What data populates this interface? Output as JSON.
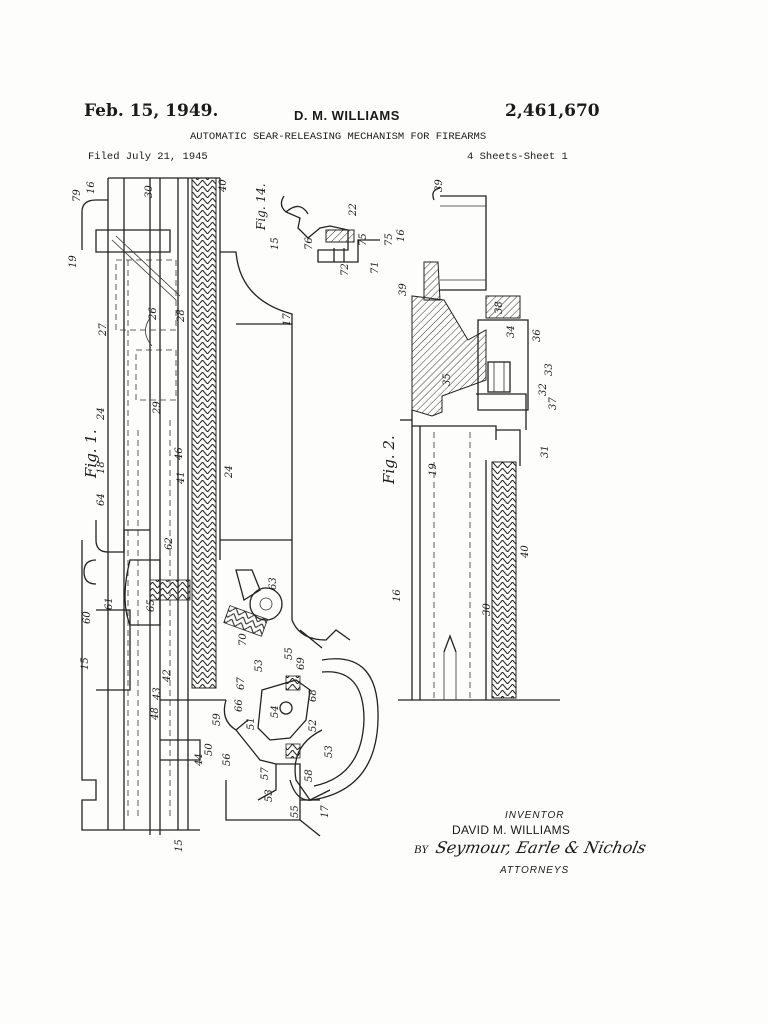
{
  "header": {
    "date": "Feb. 15, 1949.",
    "inventor_short": "D. M. WILLIAMS",
    "patent_number": "2,461,670",
    "title": "AUTOMATIC SEAR-RELEASING MECHANISM FOR FIREARMS",
    "filed": "Filed July 21, 1945",
    "sheets": "4 Sheets-Sheet 1"
  },
  "figures": {
    "fig1": "Fig. 1.",
    "fig2": "Fig. 2.",
    "fig14": "Fig. 14."
  },
  "reference_numerals": {
    "fig1": [
      "79",
      "16",
      "30",
      "40",
      "19",
      "17",
      "27",
      "28",
      "26",
      "29",
      "24",
      "18",
      "46",
      "41",
      "64",
      "62",
      "61",
      "60",
      "65",
      "63",
      "70",
      "55",
      "69",
      "68",
      "67",
      "53",
      "66",
      "54",
      "52",
      "42",
      "43",
      "48",
      "59",
      "51",
      "44",
      "50",
      "56",
      "57",
      "58",
      "55",
      "17",
      "15",
      "15"
    ],
    "fig2": [
      "39",
      "16",
      "39",
      "38",
      "34",
      "36",
      "35",
      "33",
      "32",
      "37",
      "31",
      "19",
      "40",
      "30",
      "16"
    ],
    "fig14": [
      "22",
      "15",
      "76",
      "75",
      "72",
      "71"
    ]
  },
  "signature_block": {
    "inventor_caption": "INVENTOR",
    "inventor_name": "DAVID M. WILLIAMS",
    "by": "BY",
    "attorney_signature": "Seymour, Earle & Nichols",
    "attorneys_caption": "ATTORNEYS"
  }
}
